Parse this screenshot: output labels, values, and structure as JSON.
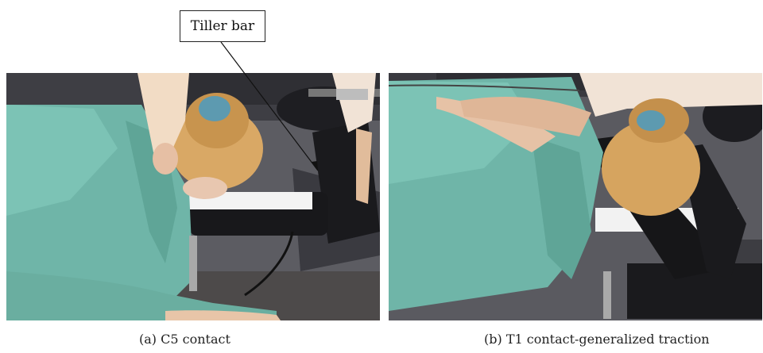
{
  "figure": {
    "panel_a": {
      "caption": "(a)  C5 contact"
    },
    "panel_b": {
      "caption": "(b)  T1 contact-generalized traction"
    },
    "callout": {
      "label": "Tiller bar"
    }
  }
}
